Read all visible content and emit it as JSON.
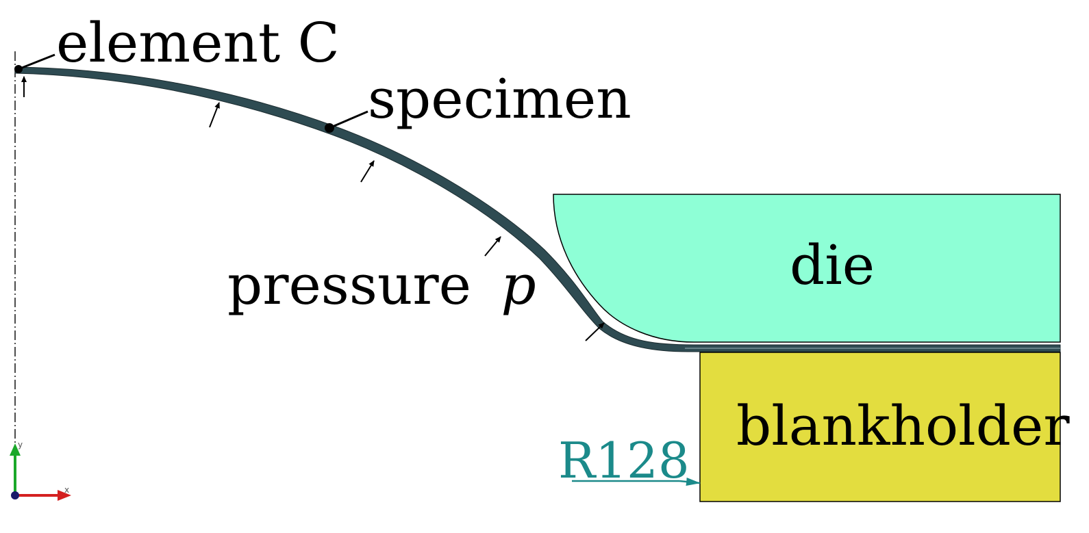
{
  "labels": {
    "element_c": "element C",
    "specimen": "specimen",
    "pressure": "pressure",
    "pressure_symbol": "p",
    "die": "die",
    "blankholder": "blankholder",
    "radius": "R128"
  },
  "axes": {
    "x": "x",
    "y": "y"
  },
  "colors": {
    "die_fill": "#8effd6",
    "blankholder_fill": "#e3dd3f",
    "specimen_fill": "#2e4b52",
    "radius_annotation": "#1b8a8a",
    "axis_x": "#d42020",
    "axis_y": "#1aa82a",
    "origin": "#1a1a6a"
  }
}
